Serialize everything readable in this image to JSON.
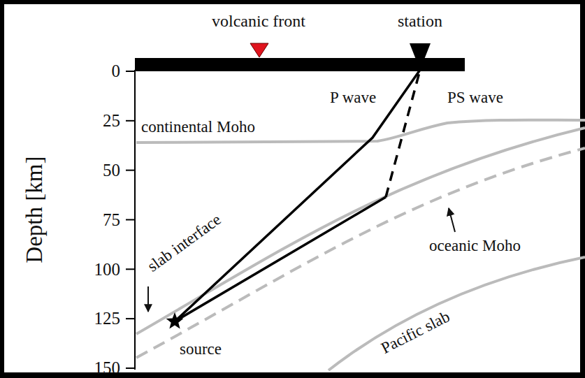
{
  "diagram": {
    "labels": [
      "volcanic front",
      "station",
      "0",
      "25",
      "50",
      "75",
      "100",
      "125",
      "150",
      "Depth [km]",
      "P wave",
      "PS wave",
      "continental Moho",
      "slab interface",
      "oceanic Moho",
      "Pacific slab",
      "source"
    ]
  }
}
